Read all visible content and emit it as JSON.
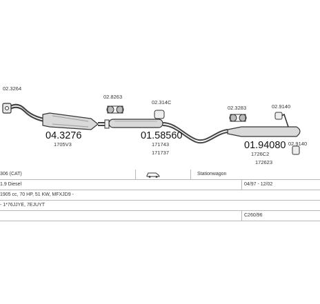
{
  "parts": [
    {
      "id": "p1",
      "code": "04.3276"
    },
    {
      "id": "p2",
      "code": "1705V3"
    },
    {
      "id": "p3",
      "code": "01.58560"
    },
    {
      "id": "p4",
      "code": "171743"
    },
    {
      "id": "p5",
      "code": "171737"
    },
    {
      "id": "p6",
      "code": "01.94080"
    },
    {
      "id": "p7",
      "code": "1726C2"
    },
    {
      "id": "p8",
      "code": "172623"
    },
    {
      "id": "p9",
      "code": "02.3264"
    },
    {
      "id": "p10",
      "code": "02.8263"
    },
    {
      "id": "p11",
      "code": "02.314C"
    },
    {
      "id": "p12",
      "code": "02.3283"
    },
    {
      "id": "p13",
      "code": "02.9140"
    },
    {
      "id": "p14",
      "code": "02.9140"
    }
  ],
  "table": {
    "r1": {
      "model": "306 (CAT)",
      "body": "Stationwagon"
    },
    "r2": {
      "engine": "1.9 Diesel",
      "dates": "04/97 - 12/02"
    },
    "r3": {
      "spec": "1905 cc, 70 HP, 51 KW, MFXJD9 -"
    },
    "r4": {
      "notes": "- 1*76JJYE, 7EJUYT"
    },
    "r5": {
      "ref": "C260/96"
    }
  }
}
